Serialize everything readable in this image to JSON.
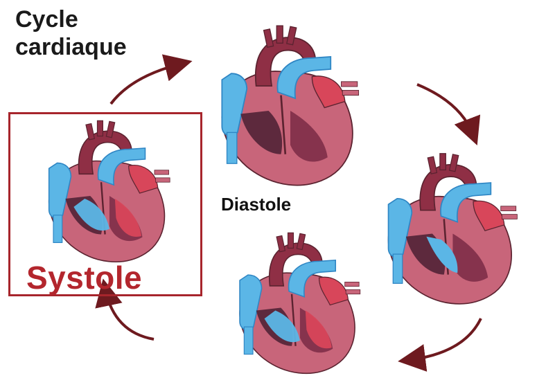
{
  "title": {
    "line1": "Cycle",
    "line2": "cardiaque"
  },
  "labels": {
    "diastole": "Diastole",
    "systole": "Systole"
  },
  "colors": {
    "muscle": "#c8657a",
    "muscle_dark": "#a84860",
    "outline": "#5b2330",
    "aorta_red": "#8f2f45",
    "vessel_blue": "#5bb6e6",
    "vessel_blue_dark": "#2f86c4",
    "chamber_dark": "#4a1f33",
    "oxygen_red": "#d8465a",
    "arrow": "#6e1a1f",
    "frame": "#a7252c"
  },
  "hearts": [
    {
      "name": "heart-systole",
      "stage": "systole"
    },
    {
      "name": "heart-top",
      "stage": "diastole-early"
    },
    {
      "name": "heart-right",
      "stage": "diastole-mid"
    },
    {
      "name": "heart-bottom",
      "stage": "diastole-late"
    }
  ]
}
